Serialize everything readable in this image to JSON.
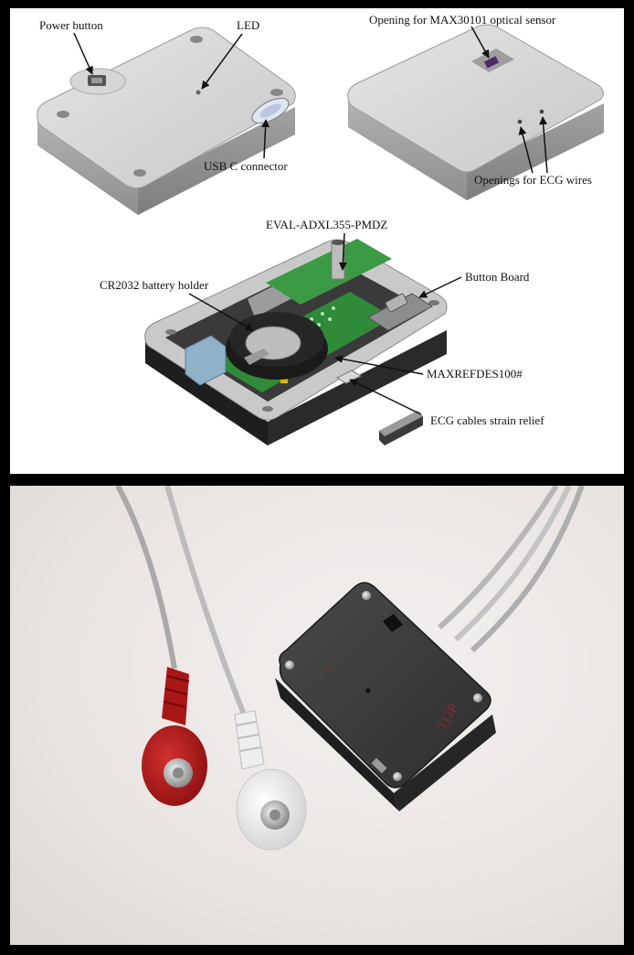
{
  "labels": {
    "power_button": "Power button",
    "led": "LED",
    "usb_c": "USB C connector",
    "optical_opening": "Opening for MAX30101 optical sensor",
    "ecg_openings": "Openings for ECG wires",
    "eval_board": "EVAL-ADXL355-PMDZ",
    "battery_holder": "CR2032 battery holder",
    "button_board": "Button Board",
    "maxrefdes": "MAXREFDES100#",
    "strain_relief": "ECG cables strain relief"
  },
  "photo": {
    "case_marking": "TOP"
  },
  "colors": {
    "case_grey": "#c8c8c8",
    "pcb_green": "#2f8a3a",
    "battery_black": "#1a1a1a",
    "connector_blue": "#8fb2c9",
    "snap_red": "#b01818",
    "snap_white": "#f2f2f2",
    "photo_case": "#3a3a3a"
  }
}
